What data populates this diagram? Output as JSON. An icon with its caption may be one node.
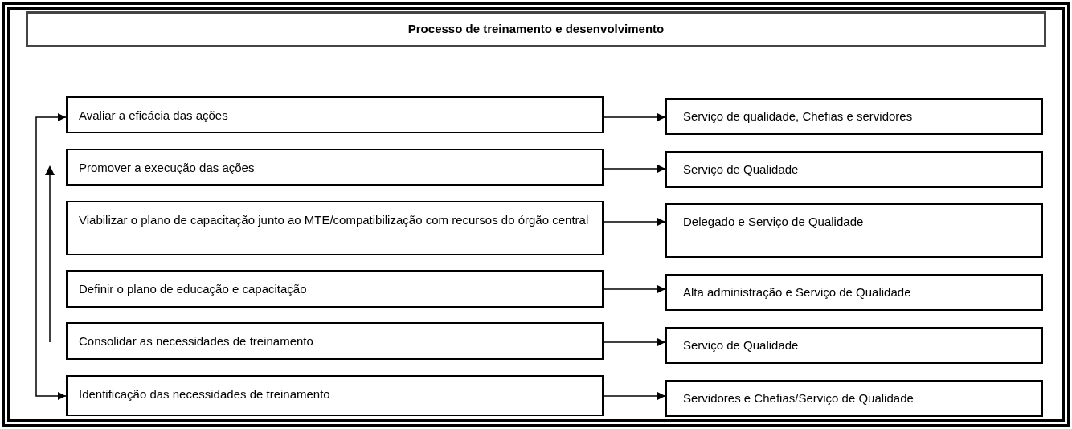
{
  "diagram": {
    "title": "Processo de treinamento e desenvolvimento",
    "nodes": [
      {
        "text": [
          "Avaliar a eficácia das ações"
        ]
      },
      {
        "text": [
          "Serviço de qualidade, Chefias e servidores"
        ]
      },
      {
        "text": [
          "Promover a execução das ações"
        ]
      },
      {
        "text": [
          "Serviço de Qualidade"
        ]
      },
      {
        "text": [
          "Viabilizar o plano de capacitação junto ao MTE/compatibilização com recursos do órgão central"
        ]
      },
      {
        "text": [
          "Delegado e Serviço de Qualidade"
        ]
      },
      {
        "text": [
          "Definir o plano de educação e capacitação"
        ]
      },
      {
        "text": [
          "Alta administração e Serviço de Qualidade"
        ]
      },
      {
        "text": [
          "Consolidar as necessidades de treinamento"
        ]
      },
      {
        "text": [
          "Serviço de Qualidade"
        ]
      },
      {
        "text": [
          "Identificação das necessidades de treinamento"
        ]
      },
      {
        "text": [
          "Servidores e Chefias/Serviço de Qualidade"
        ]
      }
    ],
    "edges": [
      {
        "from": 0,
        "to": 1,
        "arrow": "to"
      },
      {
        "from": 2,
        "to": 3,
        "arrow": "to"
      },
      {
        "from": 4,
        "to": 5,
        "arrow": "to"
      },
      {
        "from": 6,
        "to": 7,
        "arrow": "to"
      },
      {
        "from": 8,
        "to": 9,
        "arrow": "to"
      },
      {
        "from": 10,
        "to": 11,
        "arrow": "to"
      },
      {
        "from": 10,
        "to": 0,
        "arrow": "both"
      }
    ]
  }
}
